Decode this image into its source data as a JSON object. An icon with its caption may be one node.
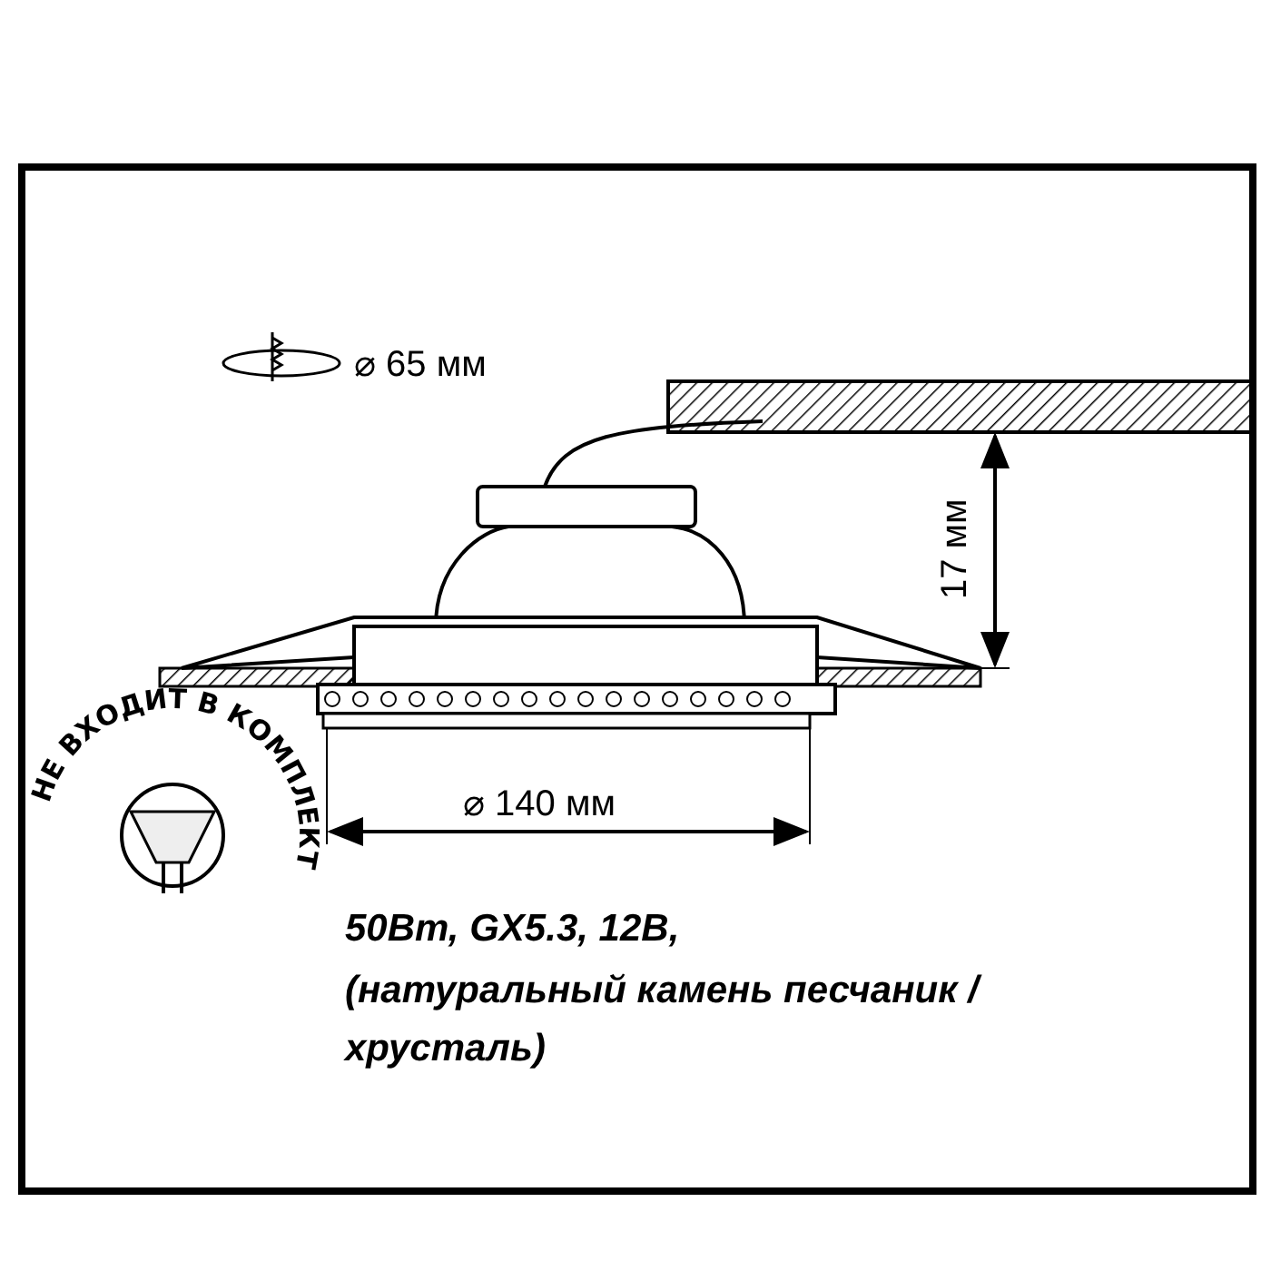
{
  "diagram": {
    "labels": [
      "⌀ 65 мм",
      "17 мм",
      "⌀ 140 мм",
      "НЕ ВХОДИТ В КОМПЛЕКТ",
      "50Вт, GX5.3, 12В,",
      "(натуральный камень песчаник /хрусталь)"
    ]
  }
}
